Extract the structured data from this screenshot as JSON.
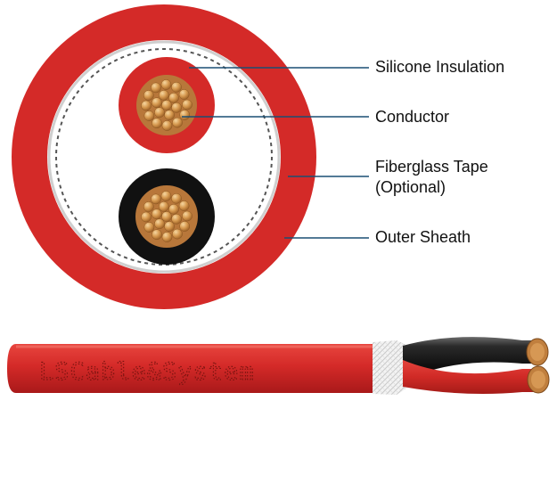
{
  "labels": {
    "silicone_insulation": "Silicone Insulation",
    "conductor": "Conductor",
    "fiberglass_tape": "Fiberglass Tape",
    "fiberglass_optional": "(Optional)",
    "outer_sheath": "Outer Sheath"
  },
  "cable_printing": "LSCable&System",
  "colors": {
    "sheath_red": "#d42a28",
    "insulation_black": "#111111",
    "copper": "#d2924a",
    "leader_line": "#1a4f73"
  }
}
